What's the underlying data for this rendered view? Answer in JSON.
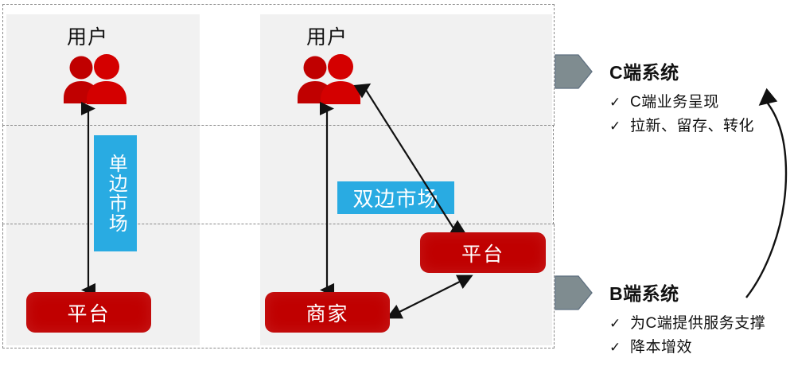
{
  "diagram": {
    "title_colors": {
      "red": "#c00000",
      "blue": "#29ABE2",
      "grey_panel": "#f1f1f1",
      "grey_arrow": "#7f8c90",
      "dash_border": "#8a8a8a"
    },
    "left_column": {
      "actor_label": "用户",
      "market_tag": "单边市场",
      "bottom_box": "平台"
    },
    "right_column": {
      "actor_label": "用户",
      "market_tag": "双边市场",
      "merchant_box": "商家",
      "platform_box": "平台"
    },
    "systems": [
      {
        "title": "C端系统",
        "bullets": [
          "C端业务呈现",
          "拉新、留存、转化"
        ],
        "check_glyph": "✓"
      },
      {
        "title": "B端系统",
        "bullets": [
          "为C端提供服务支撑",
          "降本增效"
        ],
        "check_glyph": "✓"
      }
    ]
  }
}
